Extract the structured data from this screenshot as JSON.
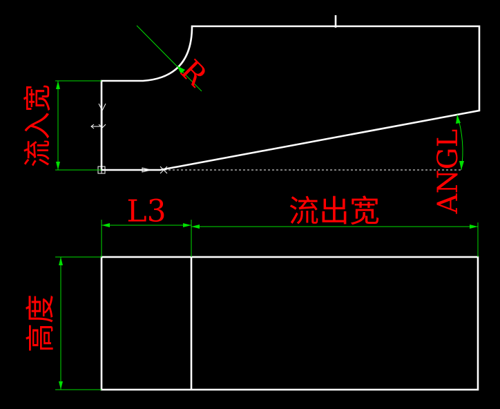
{
  "labels": {
    "inflow_width": "流入宽",
    "outflow_width": "流出宽",
    "radius": "R",
    "length_l3": "L3",
    "height": "高度",
    "angle": "ANGL"
  },
  "colors": {
    "background": "#000000",
    "geometry": "#ffffff",
    "dimension": "#00e000",
    "label": "#ff0000"
  }
}
